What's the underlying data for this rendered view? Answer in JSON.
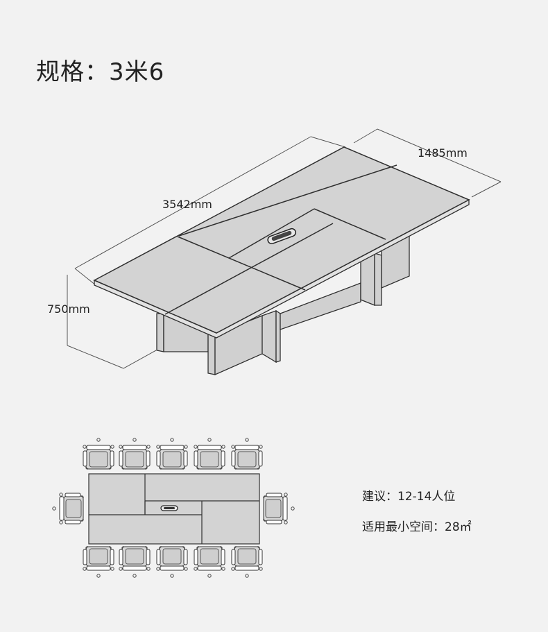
{
  "spec": {
    "title": "规格：3米6"
  },
  "dimensions": {
    "length": "3542mm",
    "width": "1485mm",
    "height": "750mm"
  },
  "info": {
    "seats": "建议：12-14人位",
    "space": "适用最小空间：28㎡"
  },
  "colors": {
    "table_fill": "#d3d3d3",
    "line": "#2f2f2f",
    "background": "#f2f2f2"
  }
}
